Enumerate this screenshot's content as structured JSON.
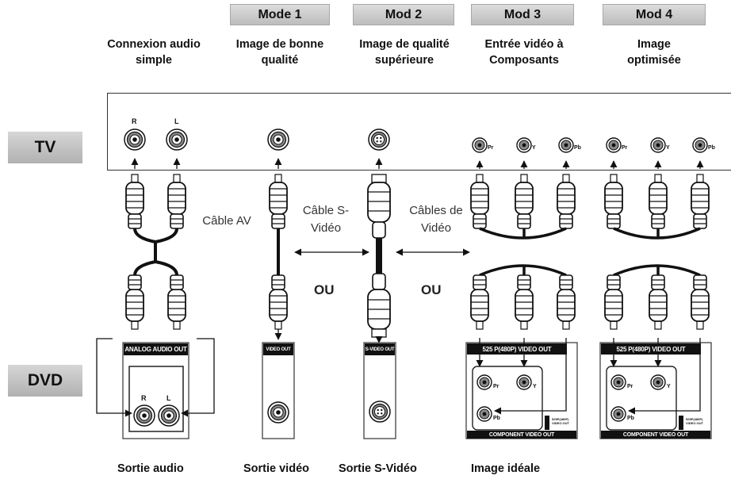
{
  "modes": [
    "Mode 1",
    "Mod 2",
    "Mod 3",
    "Mod 4"
  ],
  "headings": {
    "simple": "Connexion audio simple",
    "mode1": "Image de bonne qualité",
    "mode2": "Image de qualité supérieure",
    "mode3": "Entrée vidéo à Composants",
    "mode4": "Image optimisée"
  },
  "devices": {
    "tv": "TV",
    "dvd": "DVD"
  },
  "jacks": {
    "r": "R",
    "l": "L",
    "pr": "Pr",
    "y": "Y",
    "pb": "Pb"
  },
  "cables": {
    "av": "Câble AV",
    "svideo": "Câble S-Vidéo",
    "video": "Câbles de Vidéo"
  },
  "or": "OU",
  "outputs": {
    "analog": "ANALOG AUDIO OUT",
    "video": "VIDEO OUT",
    "svideo": "S-VIDEO OUT",
    "p525": "525 P(480P) VIDEO OUT",
    "component": "COMPONENT VIDEO OUT",
    "switch": "525P(480P) VIDEO OUT"
  },
  "bottom": {
    "audio": "Sortie audio",
    "video": "Sortie vidéo",
    "svideo": "Sortie S-Vidéo",
    "ideal": "Image idéale"
  },
  "colors": {
    "tab": "#c8c8c8",
    "panel_border": "#333333",
    "box_header": "#111111"
  }
}
